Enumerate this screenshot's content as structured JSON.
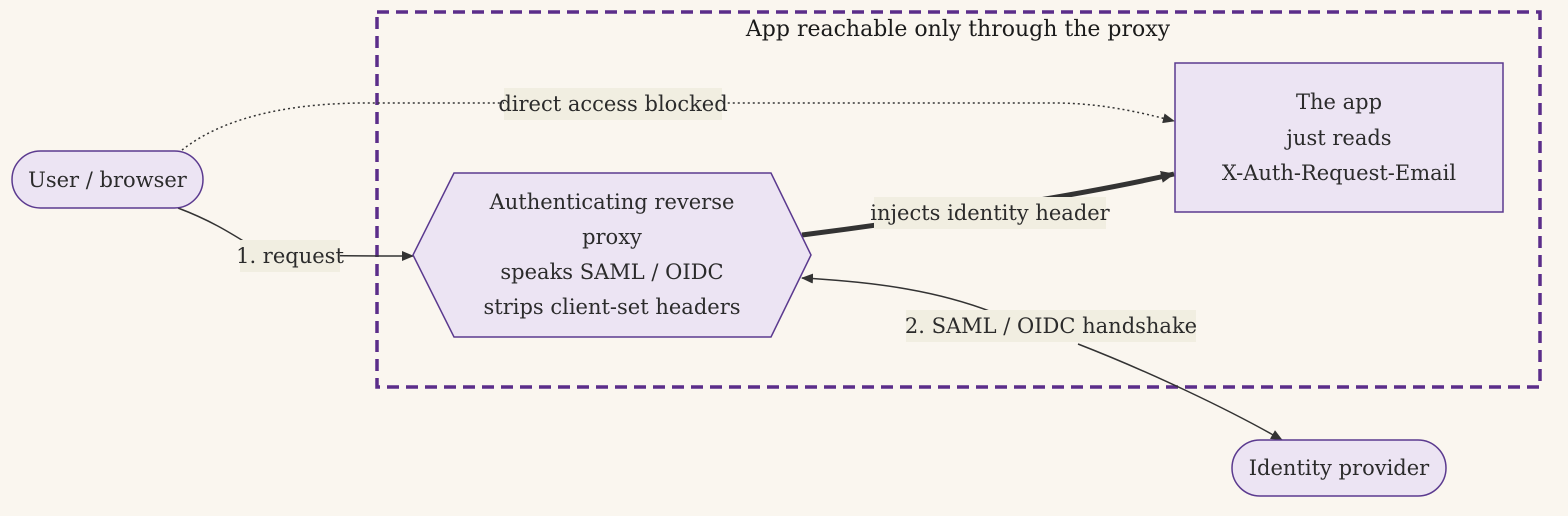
{
  "cluster": {
    "title": "App reachable only through the proxy"
  },
  "nodes": {
    "user": {
      "label": "User / browser"
    },
    "proxy": {
      "lines": [
        "Authenticating reverse",
        "proxy",
        "speaks SAML / OIDC",
        "strips client-set headers"
      ]
    },
    "app": {
      "lines": [
        "The app",
        "just reads",
        "X-Auth-Request-Email"
      ]
    },
    "idp": {
      "label": "Identity provider"
    }
  },
  "edges": {
    "request": {
      "label": "1. request"
    },
    "direct": {
      "label": "direct access blocked"
    },
    "inject": {
      "label": "injects identity header"
    },
    "handshake": {
      "label": "2. SAML / OIDC handshake"
    }
  },
  "colors": {
    "background": "#faf6ef",
    "node_fill": "#ece4f3",
    "node_stroke": "#5b3a8f",
    "cluster_stroke": "#5b2d8a",
    "edge": "#333333",
    "label_bg": "#f1eee1"
  }
}
